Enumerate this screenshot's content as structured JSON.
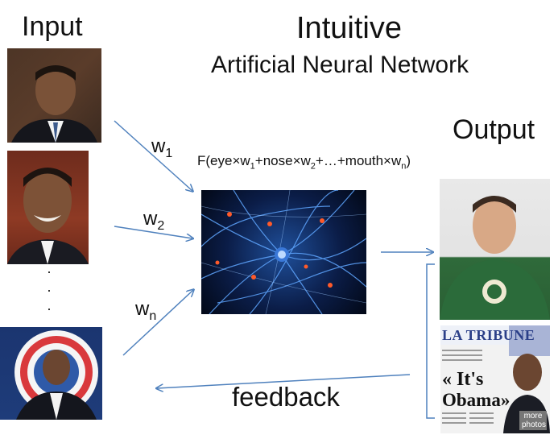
{
  "title": {
    "main": "Intuitive",
    "sub": "Artificial Neural Network"
  },
  "labels": {
    "input": "Input",
    "output": "Output",
    "feedback": "feedback",
    "dots": [
      "·",
      "·",
      "·"
    ]
  },
  "weights": [
    {
      "base": "w",
      "sub": "1"
    },
    {
      "base": "w",
      "sub": "2"
    },
    {
      "base": "w",
      "sub": "n"
    }
  ],
  "formula": {
    "prefix": "F(eye×w",
    "s1": "1",
    "mid1": "+nose×w",
    "s2": "2",
    "mid2": "+…+mouth×w",
    "s3": "n",
    "suffix": ")"
  },
  "images": {
    "input_photos": [
      "portrait",
      "portrait",
      "portrait"
    ],
    "network": "neural-network",
    "output_photos": [
      "portrait",
      "magazine-cover"
    ]
  },
  "magazine": {
    "masthead": "LA TRIBUNE",
    "headline": "« It's",
    "name": "Obama»",
    "badge": "more photos"
  },
  "colors": {
    "arrow": "#4f81bd",
    "text": "#111111"
  }
}
